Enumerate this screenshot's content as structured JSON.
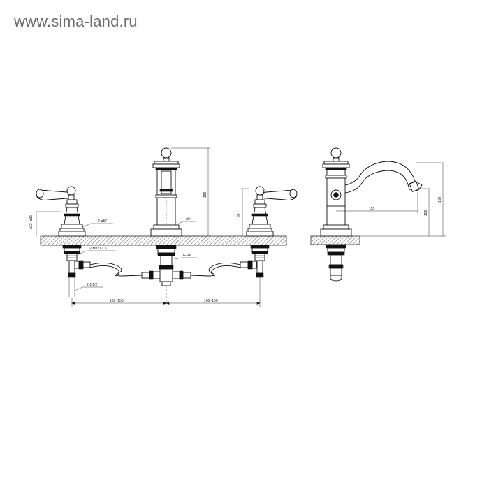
{
  "watermark": {
    "text": "www.sima-land.ru",
    "color": "#6b6b6b"
  },
  "dimensions": {
    "d57": "2-ø57",
    "d33": "ø33–ø35",
    "m32": "2-M32X1.5",
    "g12": "2-G1/2",
    "span_left": "100~150",
    "span_right": "100~150",
    "g34": "G3/4",
    "d64": "ø64",
    "h185": "185",
    "h89": "89",
    "reach155": "155",
    "h102": "102",
    "h158": "158"
  }
}
